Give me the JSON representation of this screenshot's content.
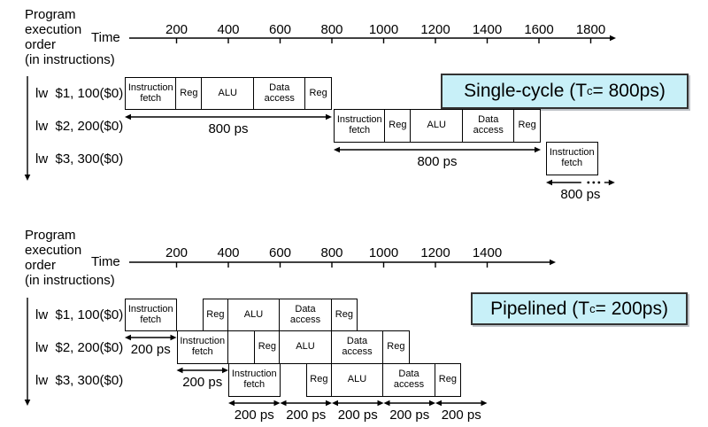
{
  "colors": {
    "highlight_bg": "#c8f0f8",
    "ink": "#000000"
  },
  "diagrams": [
    {
      "id": "single-cycle",
      "header_lines": [
        "Program",
        "execution",
        "order",
        "(in instructions)"
      ],
      "time_label": "Time",
      "axis_ticks": [
        "200",
        "400",
        "600",
        "800",
        "1000",
        "1200",
        "1400",
        "1600",
        "1800"
      ],
      "title": {
        "pre": "Single-cycle (T",
        "sub": "c",
        "post": "= 800ps)"
      },
      "rows": [
        {
          "instruction": "lw  $1, 100($0)",
          "stages": [
            {
              "label": "Instruction fetch",
              "from_ps": 0,
              "to_ps": 200
            },
            {
              "label": "Reg",
              "from_ps": 200,
              "to_ps": 300
            },
            {
              "label": "ALU",
              "from_ps": 300,
              "to_ps": 500
            },
            {
              "label": "Data access",
              "from_ps": 500,
              "to_ps": 700
            },
            {
              "label": "Reg",
              "from_ps": 700,
              "to_ps": 800
            }
          ]
        },
        {
          "instruction": "lw  $2, 200($0)",
          "stages": [
            {
              "label": "Instruction fetch",
              "from_ps": 800,
              "to_ps": 1000
            },
            {
              "label": "Reg",
              "from_ps": 1000,
              "to_ps": 1100
            },
            {
              "label": "ALU",
              "from_ps": 1100,
              "to_ps": 1300
            },
            {
              "label": "Data access",
              "from_ps": 1300,
              "to_ps": 1500
            },
            {
              "label": "Reg",
              "from_ps": 1500,
              "to_ps": 1600
            }
          ]
        },
        {
          "instruction": "lw  $3, 300($0)",
          "stages": [
            {
              "label": "Instruction fetch",
              "from_ps": 1600,
              "to_ps": 1800
            }
          ]
        }
      ],
      "arrows": [
        {
          "from_ps": 0,
          "to_ps": 800,
          "label": "800 ps",
          "lane": 0
        },
        {
          "from_ps": 800,
          "to_ps": 1600,
          "label": "800 ps",
          "lane": 1
        },
        {
          "from_ps": 1600,
          "to_ps": 1890,
          "label": "800 ps",
          "lane": 2,
          "truncated": true
        }
      ]
    },
    {
      "id": "pipelined",
      "header_lines": [
        "Program",
        "execution",
        "order",
        "(in instructions)"
      ],
      "time_label": "Time",
      "axis_ticks": [
        "200",
        "400",
        "600",
        "800",
        "1000",
        "1200",
        "1400"
      ],
      "title": {
        "pre": "Pipelined (T",
        "sub": "c",
        "post": "= 200ps)"
      },
      "rows": [
        {
          "instruction": "lw  $1, 100($0)",
          "stages": [
            {
              "label": "Instruction fetch",
              "from_ps": 0,
              "to_ps": 200
            },
            {
              "label": "Reg",
              "from_ps": 300,
              "to_ps": 400
            },
            {
              "label": "ALU",
              "from_ps": 400,
              "to_ps": 600
            },
            {
              "label": "Data access",
              "from_ps": 600,
              "to_ps": 800
            },
            {
              "label": "Reg",
              "from_ps": 800,
              "to_ps": 900
            }
          ]
        },
        {
          "instruction": "lw  $2, 200($0)",
          "stages": [
            {
              "label": "Instruction fetch",
              "from_ps": 200,
              "to_ps": 400
            },
            {
              "label": "Reg",
              "from_ps": 500,
              "to_ps": 600
            },
            {
              "label": "ALU",
              "from_ps": 600,
              "to_ps": 800
            },
            {
              "label": "Data access",
              "from_ps": 800,
              "to_ps": 1000
            },
            {
              "label": "Reg",
              "from_ps": 1000,
              "to_ps": 1100
            }
          ]
        },
        {
          "instruction": "lw  $3, 300($0)",
          "stages": [
            {
              "label": "Instruction fetch",
              "from_ps": 400,
              "to_ps": 600
            },
            {
              "label": "Reg",
              "from_ps": 700,
              "to_ps": 800
            },
            {
              "label": "ALU",
              "from_ps": 800,
              "to_ps": 1000
            },
            {
              "label": "Data access",
              "from_ps": 1000,
              "to_ps": 1200
            },
            {
              "label": "Reg",
              "from_ps": 1200,
              "to_ps": 1300
            }
          ]
        }
      ],
      "arrows": [
        {
          "from_ps": 0,
          "to_ps": 200,
          "label": "200 ps",
          "lane": 0
        },
        {
          "from_ps": 200,
          "to_ps": 400,
          "label": "200 ps",
          "lane": 1
        },
        {
          "from_ps": 400,
          "to_ps": 600,
          "label": "200 ps",
          "lane": 2
        },
        {
          "from_ps": 600,
          "to_ps": 800,
          "label": "200 ps",
          "lane": 2
        },
        {
          "from_ps": 800,
          "to_ps": 1000,
          "label": "200 ps",
          "lane": 2
        },
        {
          "from_ps": 1000,
          "to_ps": 1200,
          "label": "200 ps",
          "lane": 2
        },
        {
          "from_ps": 1200,
          "to_ps": 1400,
          "label": "200 ps",
          "lane": 2
        }
      ]
    }
  ]
}
